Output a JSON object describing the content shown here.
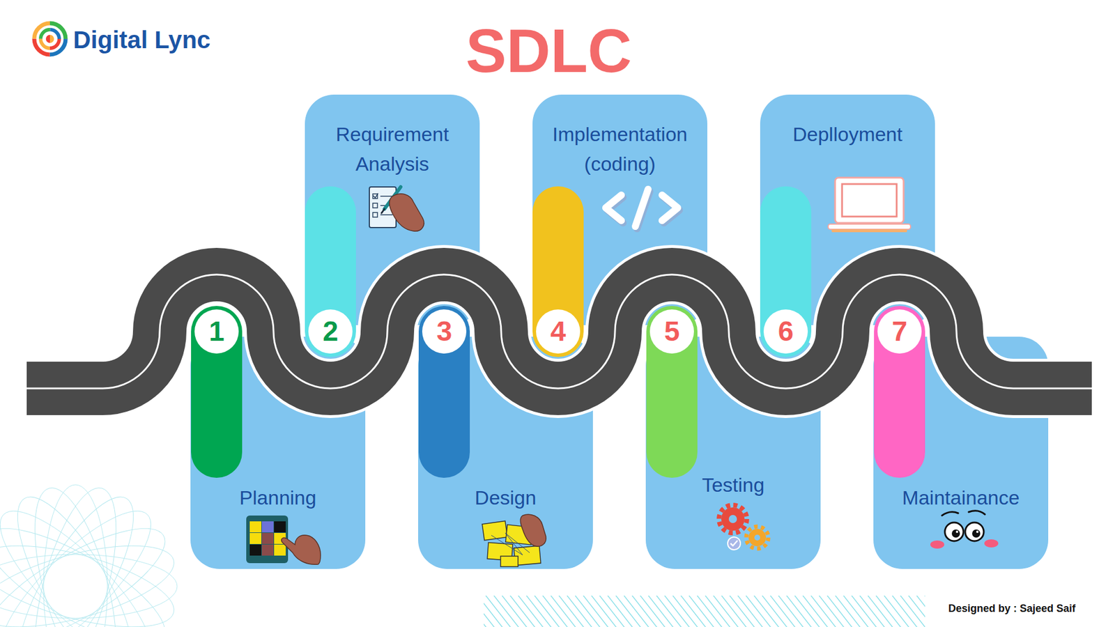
{
  "diagram": {
    "title": "SDLC",
    "nodes": [
      {
        "text": [
          "1"
        ]
      },
      {
        "text": [
          "Planning"
        ]
      },
      {
        "text": [
          "2"
        ]
      },
      {
        "text": [
          "Requirement Analysis"
        ]
      },
      {
        "text": [
          "3"
        ]
      },
      {
        "text": [
          "Design"
        ]
      },
      {
        "text": [
          "4"
        ]
      },
      {
        "text": [
          "Implementation (coding)"
        ]
      },
      {
        "text": [
          "5"
        ]
      },
      {
        "text": [
          "Testing"
        ]
      },
      {
        "text": [
          "6"
        ]
      },
      {
        "text": [
          "Deplloyment"
        ]
      },
      {
        "text": [
          "7"
        ]
      },
      {
        "text": [
          "Maintainance"
        ]
      }
    ],
    "labels": [
      "Digital Lync",
      "Designed by : Sajeed Saif"
    ]
  }
}
